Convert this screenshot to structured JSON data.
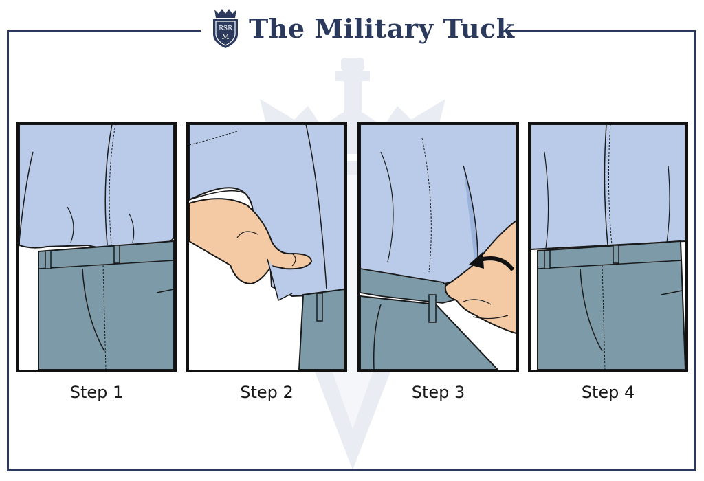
{
  "header": {
    "title": "The Military Tuck",
    "logo_monogram_top": "RSR",
    "logo_monogram_bottom": "M"
  },
  "steps": [
    {
      "label": "Step 1"
    },
    {
      "label": "Step 2"
    },
    {
      "label": "Step 3"
    },
    {
      "label": "Step 4"
    }
  ],
  "colors": {
    "navy": "#2b3a5c",
    "shirt": "#b9cbe9",
    "shirt_shadow": "#9cb3dc",
    "pants": "#7d9aa8",
    "skin": "#f3caa4",
    "outline": "#1a1a1a",
    "watermark": "#e9ecf2"
  },
  "icons": {
    "logo": "crest-shield-icon",
    "arrow": "curved-arrow-icon"
  }
}
